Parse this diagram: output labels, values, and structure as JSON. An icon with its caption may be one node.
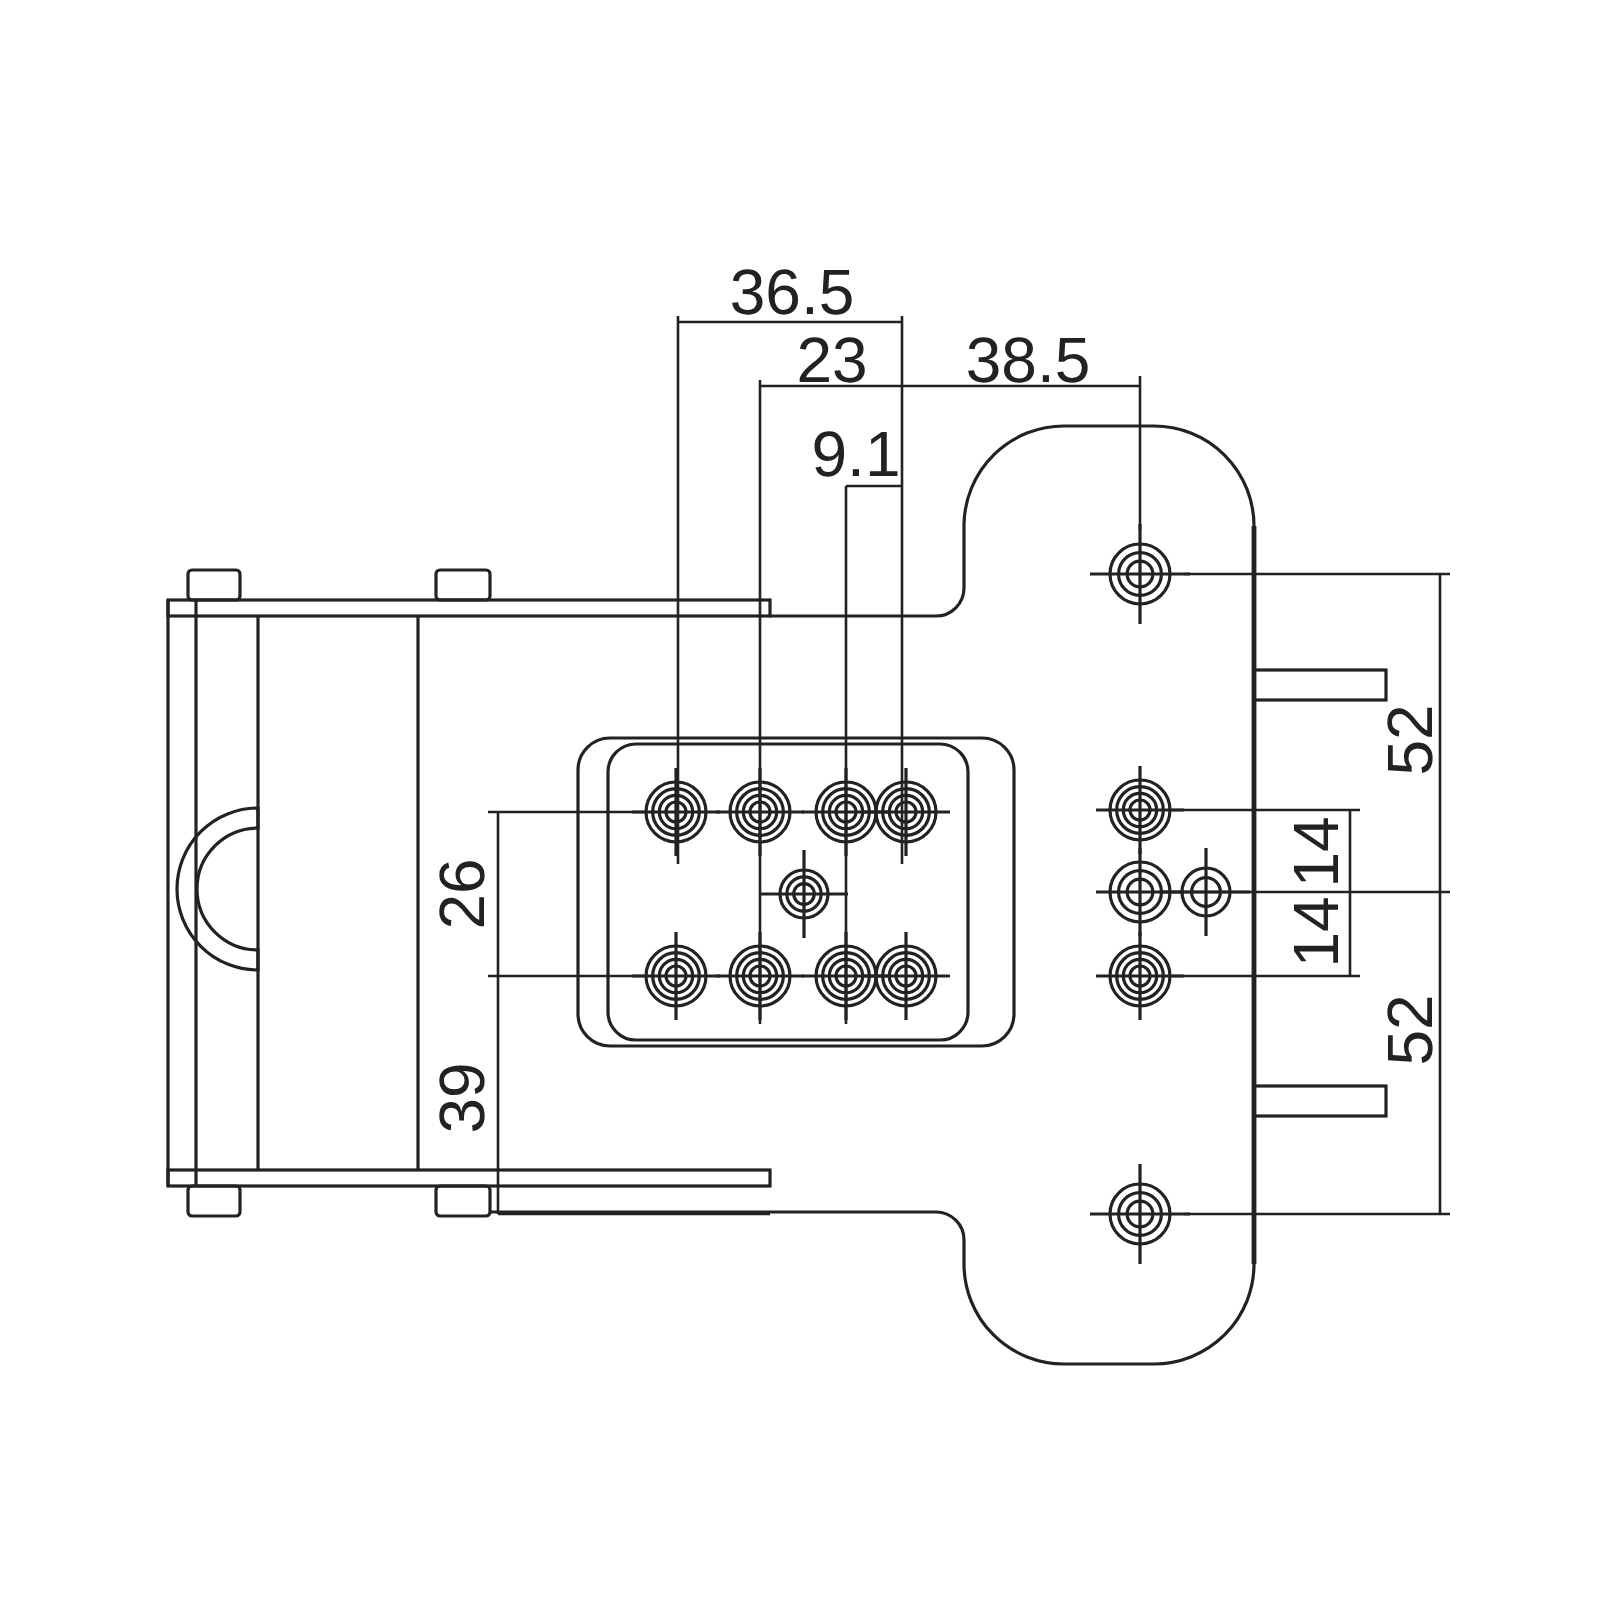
{
  "diagram": {
    "labels": [
      "36.5",
      "23",
      "38.5",
      "9.1",
      "52",
      "26",
      "14",
      "14",
      "52",
      "39"
    ]
  }
}
